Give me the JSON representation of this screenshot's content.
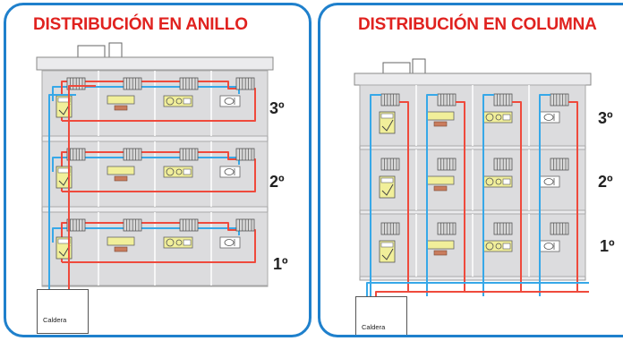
{
  "panels": [
    {
      "title": "DISTRIBUCIÓN EN ANILLO",
      "boiler_label": "Caldera",
      "floors": [
        "3º",
        "2º",
        "1º"
      ]
    },
    {
      "title": "DISTRIBUCIÓN EN COLUMNA",
      "boiler_label": "Caldera",
      "floors": [
        "3º",
        "2º",
        "1º"
      ]
    }
  ],
  "colors": {
    "frame": "#1f80cc",
    "title": "#e0221f",
    "hot_pipe": "#ef4a3c",
    "cold_pipe": "#37a8e8",
    "floor_fill": "#dcdcde",
    "building": "#ebebed"
  },
  "room_icons": [
    "bed-icon",
    "sofa-icon",
    "kitchen-icon",
    "bathroom-icon"
  ]
}
